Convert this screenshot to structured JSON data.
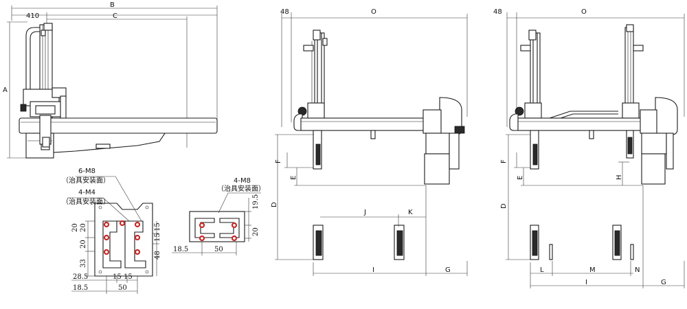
{
  "diagram": {
    "view1": {
      "dim_b": "B",
      "dim_c": "C",
      "dim_410": "410",
      "dim_a": "A"
    },
    "view2": {
      "dim_48": "48",
      "dim_o": "O",
      "dim_f": "F",
      "dim_e": "E",
      "dim_d": "D",
      "dim_j": "J",
      "dim_k": "K",
      "dim_i": "I",
      "dim_g": "G"
    },
    "view3": {
      "dim_48": "48",
      "dim_o": "O",
      "dim_f": "F",
      "dim_e": "E",
      "dim_h": "H",
      "dim_d": "D",
      "dim_l": "L",
      "dim_m": "M",
      "dim_n": "N",
      "dim_i": "I",
      "dim_g": "G"
    },
    "plate1": {
      "note1_spec": "6-M8",
      "note1_desc": "（治具安装面）",
      "note2_spec": "4-M4",
      "note2_desc": "（治具安装面）",
      "dims": [
        "20",
        "20",
        "20",
        "33",
        "15",
        "15",
        "48",
        "28.5",
        "15",
        "15",
        "18.5",
        "50"
      ]
    },
    "plate2": {
      "note_spec": "4-M8",
      "note_desc": "（治具安装面）",
      "dims": [
        "19.5",
        "20",
        "18.5",
        "50"
      ]
    }
  }
}
